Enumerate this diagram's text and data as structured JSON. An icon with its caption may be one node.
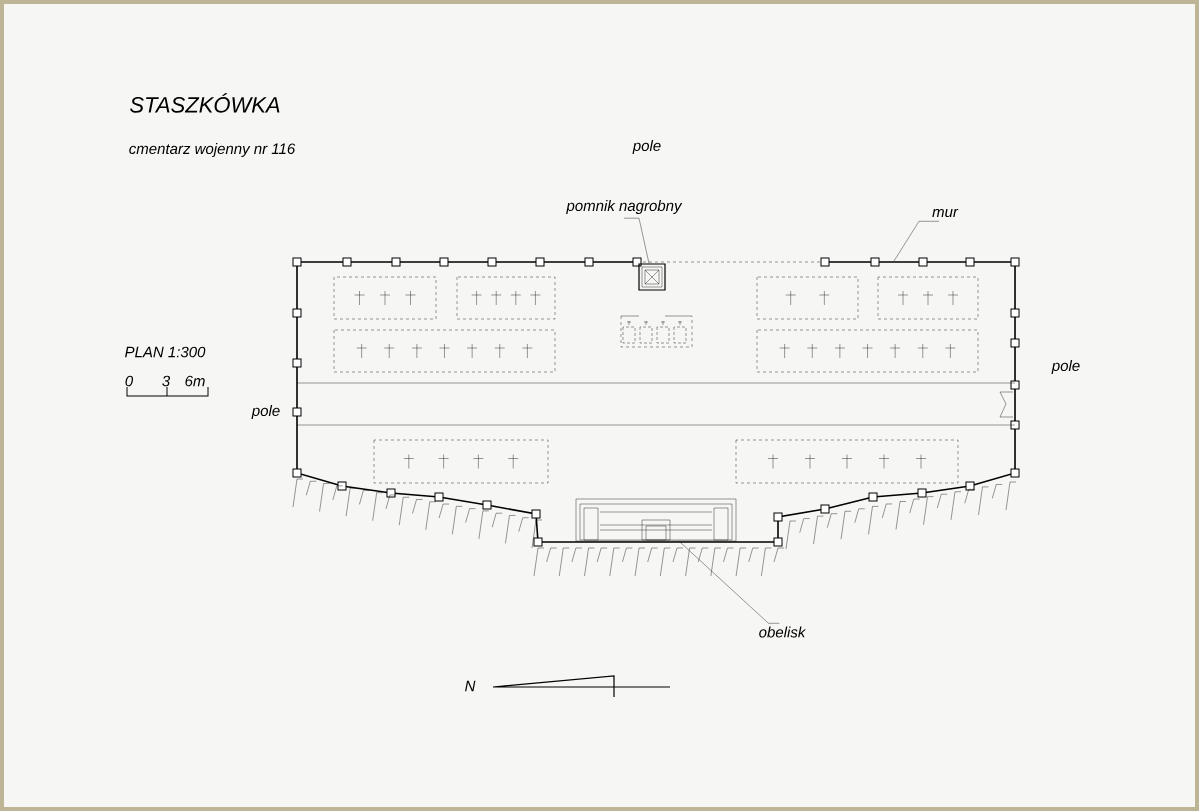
{
  "diagram": {
    "title": "STASZKÓWKA",
    "nodes": [
      {
        "text": [
          "pomnik nagrobny"
        ]
      },
      {
        "text": [],
        "shape": "box"
      },
      {
        "text": [
          "mur"
        ]
      },
      {
        "text": [
          "obelisk"
        ]
      },
      {
        "text": [],
        "shape": "box"
      }
    ],
    "edges": [
      {
        "from": 0,
        "to": 1,
        "arrow": "none"
      },
      {
        "from": 2,
        "to": null,
        "arrow": "none"
      },
      {
        "from": 3,
        "to": 4,
        "arrow": "none"
      }
    ],
    "labels": [
      "cmentarz wojenny nr 116",
      "pole",
      "PLAN 1:300",
      "0",
      "3",
      "6m",
      "pole",
      "pole",
      "N"
    ]
  }
}
